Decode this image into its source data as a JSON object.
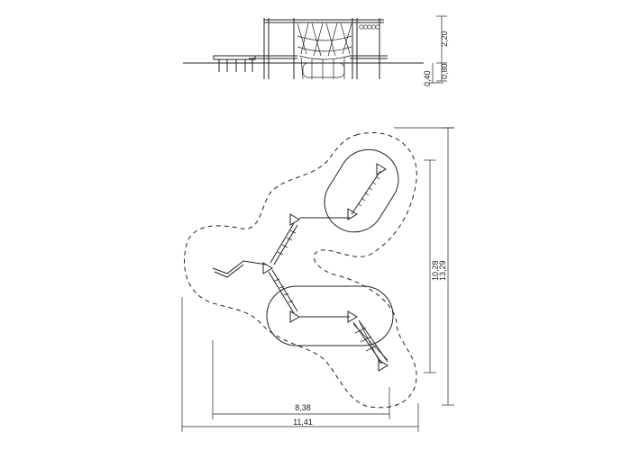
{
  "elevation": {
    "heights": {
      "total": "2,20",
      "platform": "0,80",
      "low": "0,40"
    }
  },
  "plan": {
    "heights": {
      "inner": "10,28",
      "outer": "13,29"
    },
    "widths": {
      "inner": "8,38",
      "outer": "11,41"
    }
  }
}
